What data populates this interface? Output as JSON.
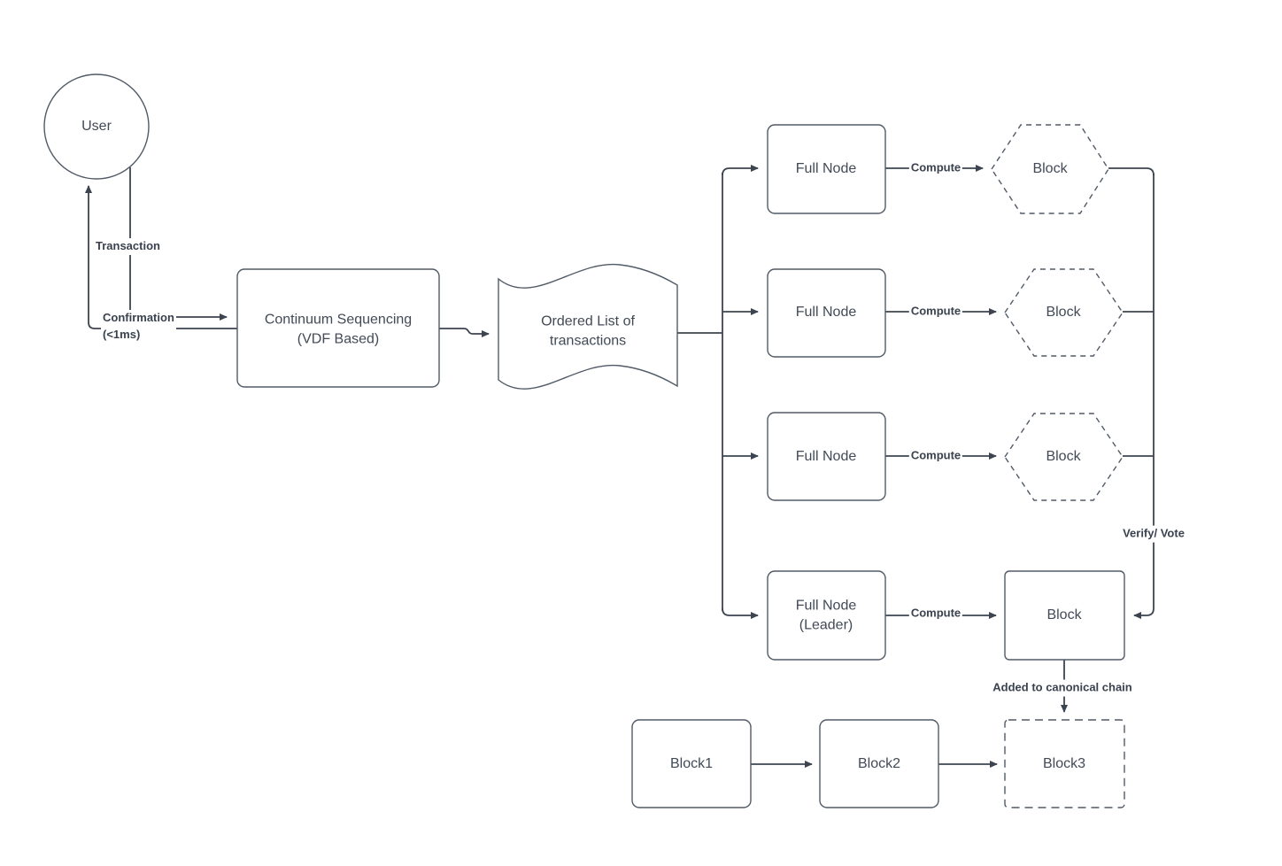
{
  "nodes": {
    "user": "User",
    "sequencer_line1": "Continuum Sequencing",
    "sequencer_line2": "(VDF Based)",
    "ordered_list_line1": "Ordered List of",
    "ordered_list_line2": "transactions",
    "full_node": "Full Node",
    "leader_line1": "Full Node",
    "leader_line2": "(Leader)",
    "block": "Block",
    "block1": "Block1",
    "block2": "Block2",
    "block3": "Block3"
  },
  "labels": {
    "transaction": "Transaction",
    "confirmation": "Confirmation",
    "confirmation_sub": "(<1ms)",
    "compute": "Compute",
    "verify_vote": "Verify/ Vote",
    "added_to_chain": "Added to canonical chain"
  },
  "colors": {
    "stroke": "#3c4450",
    "border": "#505a66",
    "text": "#414a56",
    "background": "#ffffff"
  }
}
